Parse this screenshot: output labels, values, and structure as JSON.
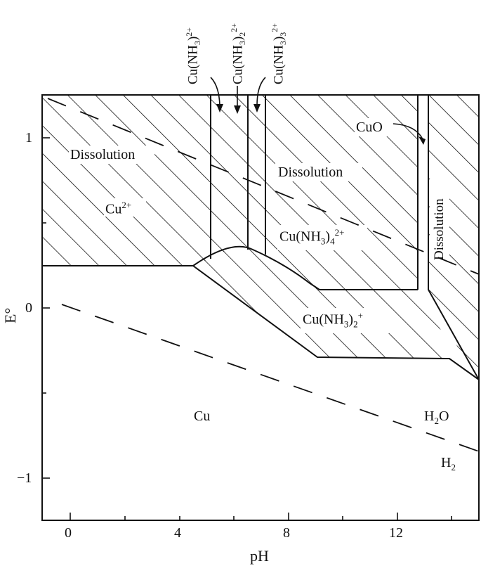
{
  "axes": {
    "xlabel": "pH",
    "ylabel": "E°",
    "xticks": [
      "0",
      "4",
      "8",
      "12"
    ],
    "yticks": [
      "1",
      "0",
      "−1"
    ],
    "xlim": [
      -0.7,
      15
    ],
    "ylim": [
      -1.25,
      1.25
    ]
  },
  "labels": {
    "dissolution_left": "Dissolution",
    "cu2_base": "Cu",
    "cu2_sup": "2+",
    "dissolution_mid": "Dissolution",
    "cuo": "CuO",
    "cunh34_base": "Cu(NH",
    "cunh34_sub": "3",
    "cunh34_tail": ")",
    "cunh34_subsup": "2+",
    "cunh34_n": "4",
    "cunh32p_base": "Cu(NH",
    "cunh32p_sub": "3",
    "cunh32p_tail": ")",
    "cunh32p_n": "2",
    "cunh32p_sup": "+",
    "dissolution_right": "Dissolution",
    "cu": "Cu",
    "h2o_base": "H",
    "h2o_sub": "2",
    "h2o_tail": "O",
    "h2_base": "H",
    "h2_sub": "2",
    "top1_base": "Cu(NH",
    "top1_sub": "3",
    "top1_tail": ")",
    "top1_sup": "2+",
    "top2_base": "Cu(NH",
    "top2_sub": "3",
    "top2_tail": ")",
    "top2_n": "2",
    "top2_sup": "2+",
    "top3_base": "Cu(NH",
    "top3_sub": "3",
    "top3_tail": ")",
    "top3_n": "3",
    "top3_sup": "2+"
  }
}
